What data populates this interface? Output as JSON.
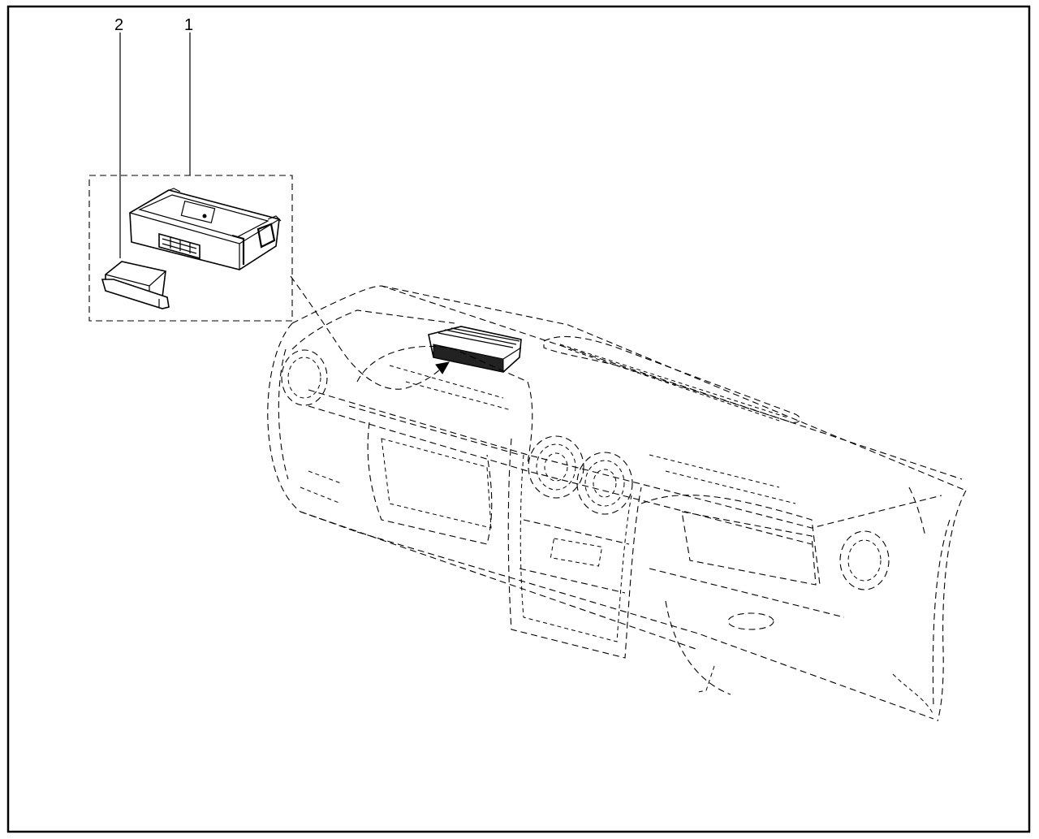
{
  "figure": {
    "border_color": "#000000",
    "background_color": "#ffffff",
    "callouts": [
      {
        "id": "1",
        "label": "1"
      },
      {
        "id": "2",
        "label": "2"
      }
    ]
  }
}
